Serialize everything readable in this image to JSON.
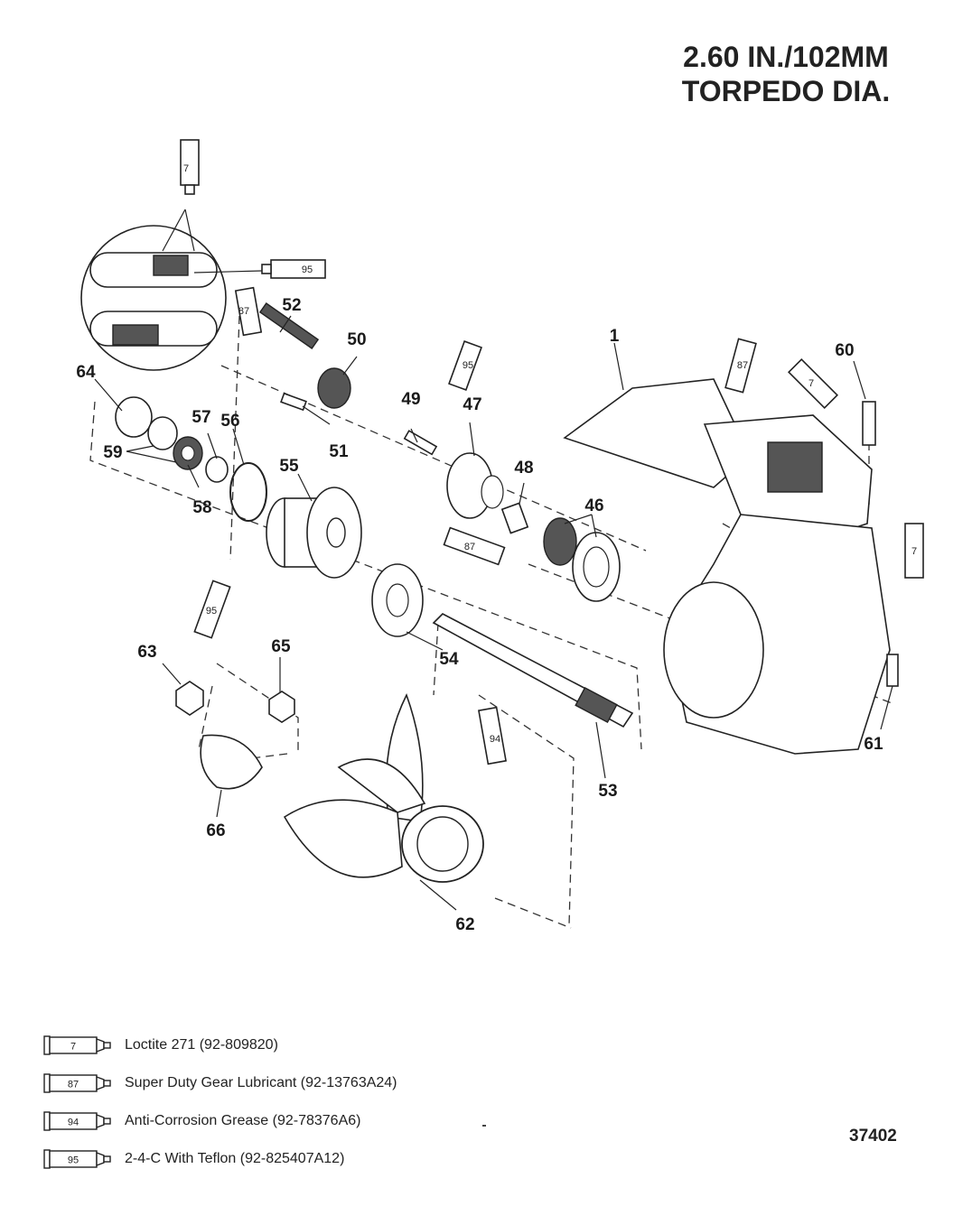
{
  "title": {
    "line1": "2.60 IN./102MM",
    "line2": "TORPEDO DIA."
  },
  "callouts": [
    "1",
    "46",
    "47",
    "48",
    "49",
    "50",
    "51",
    "52",
    "53",
    "54",
    "55",
    "56",
    "57",
    "58",
    "59",
    "60",
    "61",
    "62",
    "63",
    "64",
    "65",
    "66"
  ],
  "tube_labels": [
    "7",
    "95",
    "87",
    "95",
    "87",
    "7",
    "87",
    "7",
    "95",
    "94"
  ],
  "legend": [
    {
      "code": "7",
      "text": "Loctite 271 (92-809820)"
    },
    {
      "code": "87",
      "text": "Super Duty Gear Lubricant (92-13763A24)"
    },
    {
      "code": "94",
      "text": "Anti-Corrosion Grease (92-78376A6)"
    },
    {
      "code": "95",
      "text": "2-4-C  With Teflon (92-825407A12)"
    }
  ],
  "reference_number": "37402",
  "icons": [
    "lubricant-tube-icon"
  ]
}
